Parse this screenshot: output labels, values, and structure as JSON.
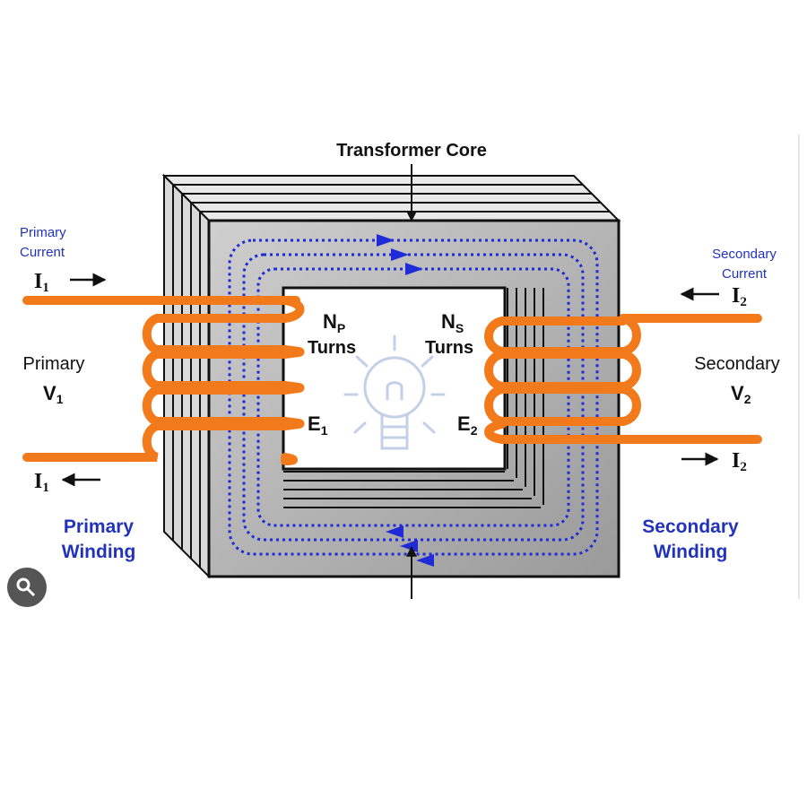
{
  "labels": {
    "core": "Transformer Core",
    "primary_current": [
      "Primary",
      "Current"
    ],
    "secondary_current": [
      "Secondary",
      "Current"
    ],
    "i1_symbol": "I",
    "i1_sub": "1",
    "i2_symbol": "I",
    "i2_sub": "2",
    "primary": "Primary",
    "v1": "V",
    "v1_sub": "1",
    "secondary": "Secondary",
    "v2": "V",
    "v2_sub": "2",
    "np": "N",
    "np_sub": "P",
    "ns": "N",
    "ns_sub": "S",
    "turns": "Turns",
    "e1": "E",
    "e1_sub": "1",
    "e2": "E",
    "e2_sub": "2",
    "primary_winding": [
      "Primary",
      "Winding"
    ],
    "secondary_winding": [
      "Secondary",
      "Winding"
    ]
  },
  "colors": {
    "winding": "#f27a1a",
    "flux": "#1f2bd6",
    "label_blue": "#2233bb",
    "core_dark": "#7a7a7a",
    "core_light": "#d4d4d4"
  },
  "icons": [
    "light-bulb-icon",
    "image-search-icon"
  ]
}
